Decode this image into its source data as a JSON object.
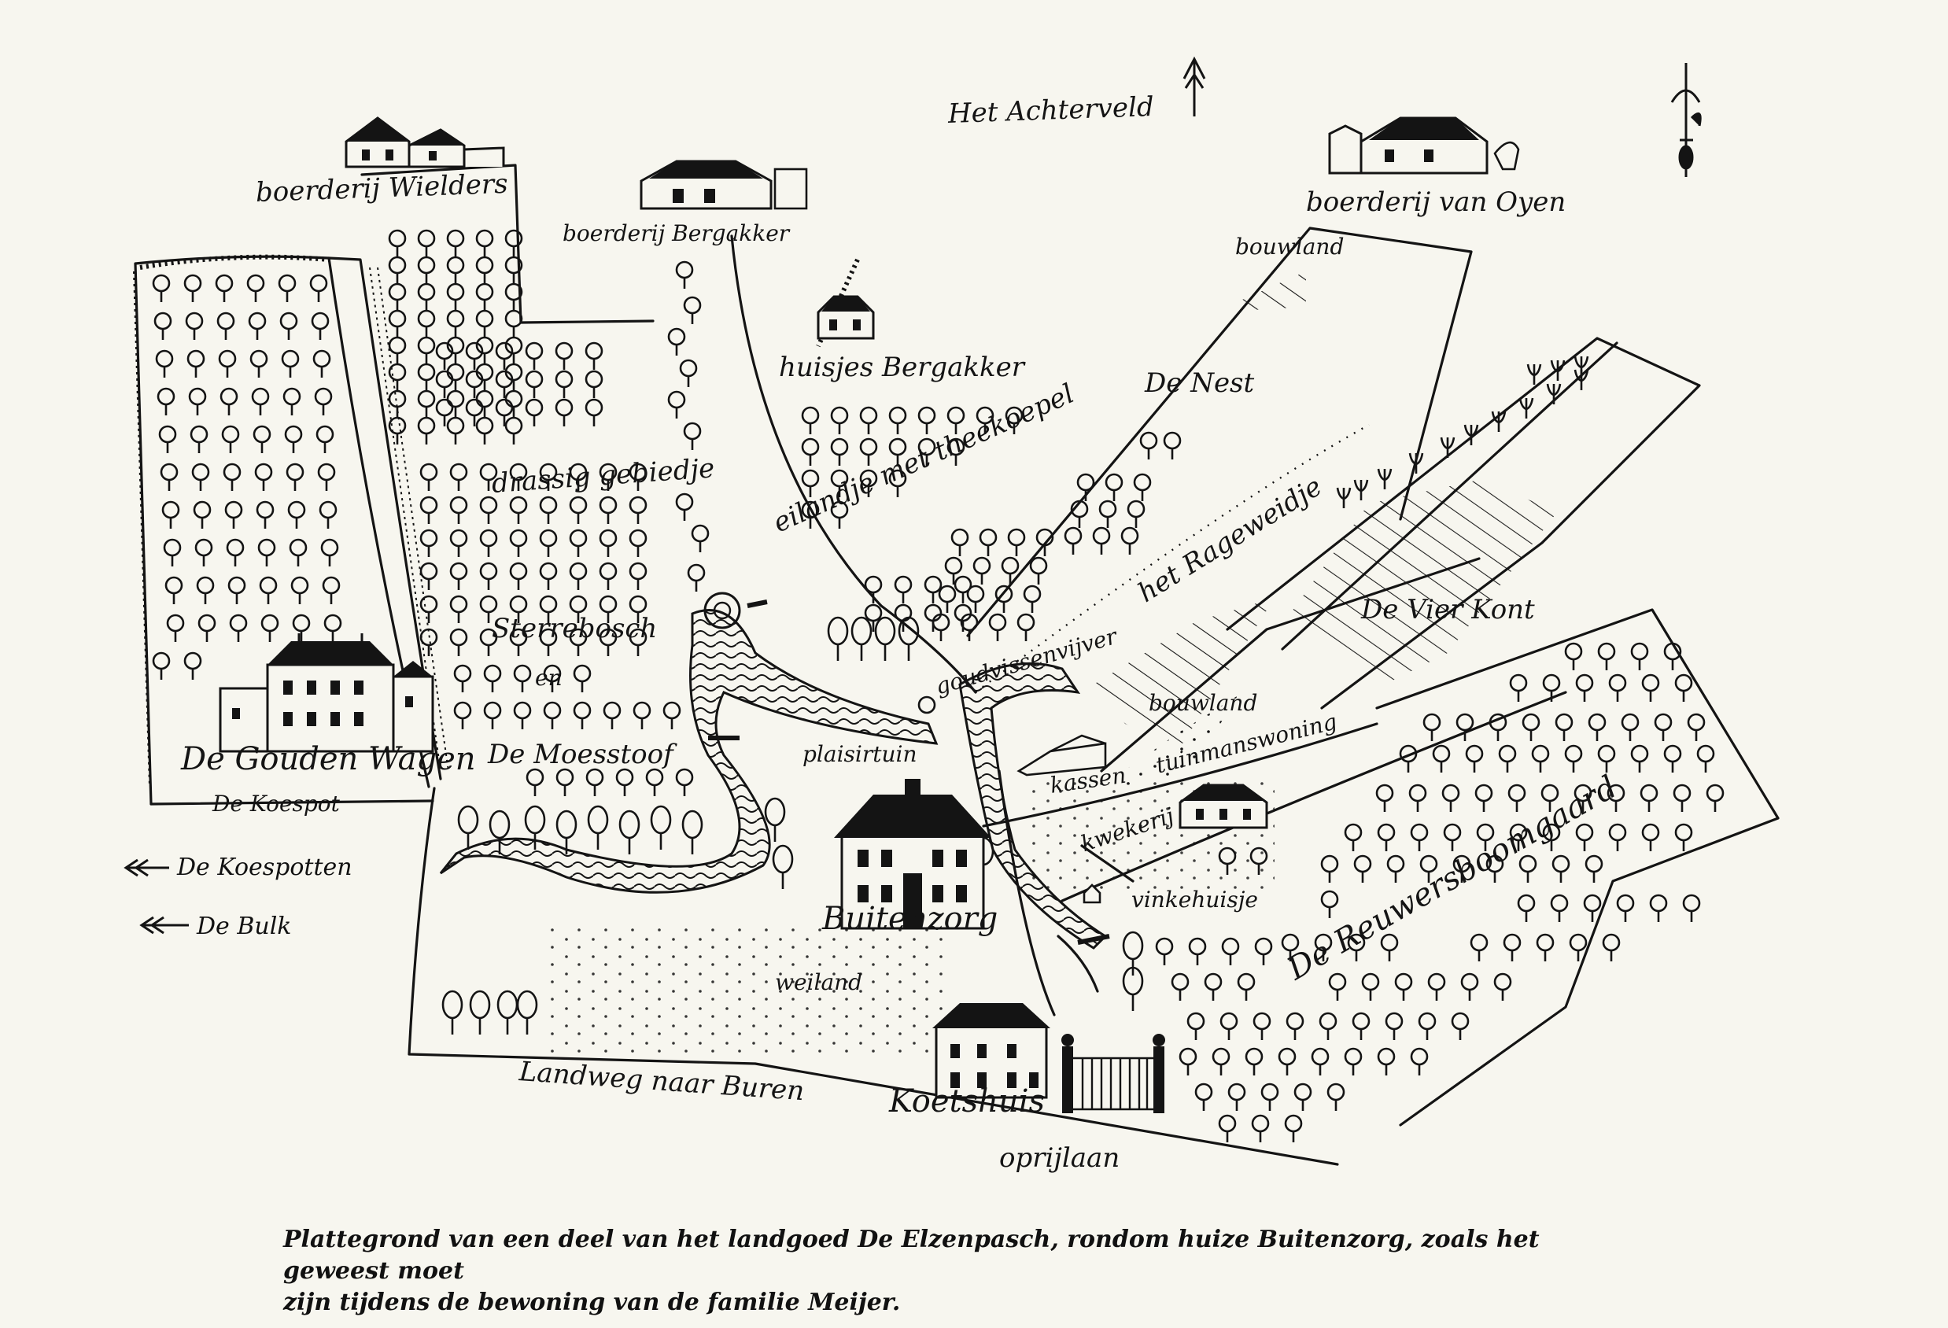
{
  "labels": {
    "achterveld": "Het Achterveld",
    "wielders": "boerderij Wielders",
    "bergakker_farm": "boerderij Bergakker",
    "van_oyen": "boerderij van Oyen",
    "bouwland_top": "bouwland",
    "huisjes_bergakker": "huisjes Bergakker",
    "de_nest": "De Nest",
    "drassig": "drassig gebiedje",
    "eilandje": "eilandje met theekoepel",
    "rageweidje": "het Rageweidje",
    "vierkant": "De Vier Kont",
    "sterrebosch": "Sterrebosch",
    "goudvissenvijver": "goudvissenvijver",
    "en": "en",
    "bouwland_mid": "bouwland",
    "tuinmanswoning": "tuinmanswoning",
    "gouden_wagen": "De Gouden Wagen",
    "moesstoof": "De Moesstoof",
    "plaisirtuin": "plaisirtuin",
    "kassen": "kassen",
    "koespot": "De Koespot",
    "kwekerij": "kwekerij",
    "koespotten": "De Koespotten",
    "bulk": "De Bulk",
    "vinkehuisje": "vinkehuisje",
    "buitenzorg": "Buitenzorg",
    "reuwersboomgaard": "De Reuwersboomgaard",
    "weiland": "weiland",
    "landweg": "Landweg naar Buren",
    "koetshuis": "Koetshuis",
    "oprijlaan": "oprijlaan"
  },
  "caption": {
    "line1": "Plattegrond van een deel  van het landgoed De Elzenpasch,  rondom huize Buitenzorg, zoals het  geweest moet",
    "line2": "zijn tijdens de bewoning van de familie Meijer."
  },
  "icons": [
    "north-arrow-icon",
    "compass-rose-icon",
    "tree-icon",
    "farmhouse-icon",
    "manor-house-icon",
    "gate-icon",
    "pond-icon",
    "direction-arrow-icon"
  ],
  "colors": {
    "paper": "#f7f6ef",
    "ink": "#141414"
  }
}
